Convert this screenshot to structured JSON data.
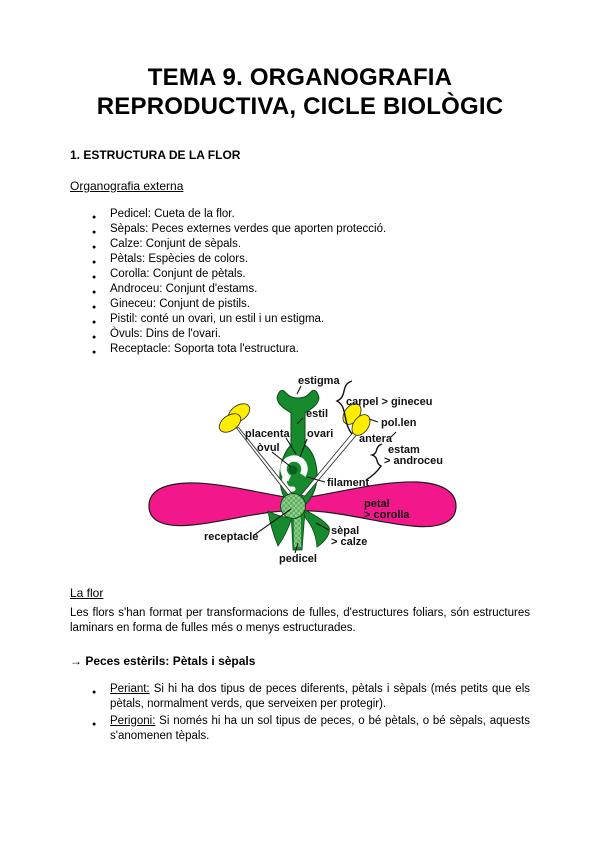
{
  "title": {
    "line1": "TEMA 9. ORGANOGRAFIA",
    "line2": "REPRODUCTIVA, CICLE BIOLÒGIC"
  },
  "section1": {
    "heading": "1. ESTRUCTURA DE LA FLOR",
    "subheading": "Organografia externa",
    "items": [
      "Pedicel: Cueta de la flor.",
      "Sèpals: Peces externes verdes que aporten protecció.",
      "Calze: Conjunt de sèpals.",
      "Pètals: Espècies de colors.",
      "Corolla: Conjunt de pètals.",
      "Androceu: Conjunt d'estams.",
      "Gineceu: Conjunt de pistils.",
      "Pistil: conté un ovari, un estil i un estigma.",
      "Òvuls: Dins de l'ovari.",
      "Receptacle: Soporta tota l'estructura."
    ]
  },
  "diagram": {
    "labels": {
      "estigma": "estigma",
      "estil": "estil",
      "carpel_gineceu": "carpel >  gineceu",
      "placenta": "placenta",
      "ovari": "ovari",
      "ovul": "òvul",
      "pollen": "pol.len",
      "antera": "antera",
      "estam": "estam",
      "androceu": "> androceu",
      "filament": "filament",
      "petal": "petal",
      "corolla": "> corolla",
      "receptacle": "receptacle",
      "sepal": "sèpal",
      "calze": "> calze",
      "pedicel": "pedicel"
    },
    "colors": {
      "petal": "#F2188C",
      "green": "#178A2E",
      "green_dark": "#0B5E22",
      "anther": "#FFED00",
      "receptacle_light": "#8FCE8F",
      "receptacle_mid": "#5FAE5F",
      "label": "#111111"
    }
  },
  "laflor": {
    "heading": "La flor",
    "paragraph": "Les flors s'han format per transformacions de fulles, d'estructures foliars, són estructures laminars en forma de fulles més o menys estructurades."
  },
  "esterils": {
    "heading": "→ Peces estèrils: Pètals i sèpals",
    "items": [
      {
        "term": "Periant:",
        "text": " Si hi ha dos tipus de peces diferents, pètals i sèpals (més petits que els pètals, normalment verds, que serveixen per protegir)."
      },
      {
        "term": "Perigoni:",
        "text": " Si només hi ha un sol tipus de peces, o bé pètals, o bé sèpals, aquests s'anomenen tèpals."
      }
    ]
  }
}
